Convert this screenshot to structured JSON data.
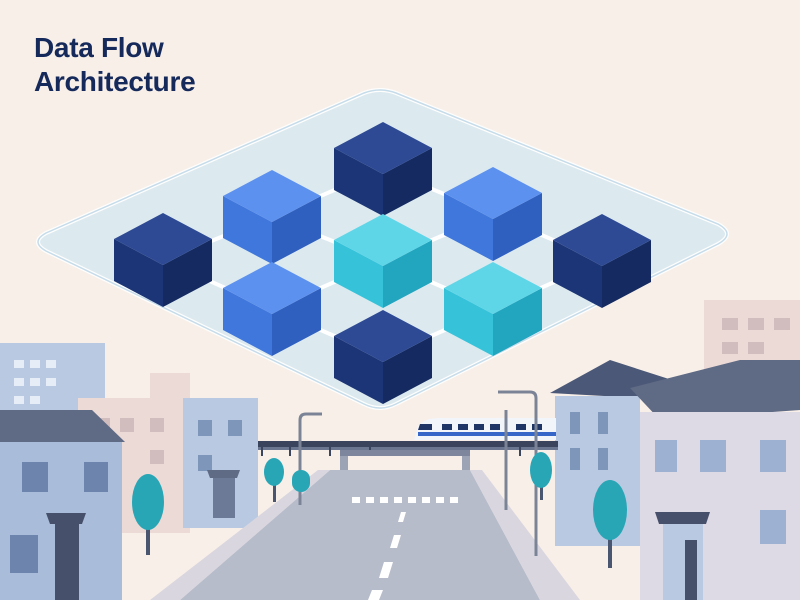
{
  "title": {
    "line1": "Data Flow",
    "line2": "Architecture"
  },
  "diagram": {
    "nodes": [
      {
        "id": "n-top",
        "tone": "dark-navy"
      },
      {
        "id": "n-upper-left",
        "tone": "blue"
      },
      {
        "id": "n-upper-right",
        "tone": "blue"
      },
      {
        "id": "n-left",
        "tone": "dark-navy"
      },
      {
        "id": "n-center",
        "tone": "cyan"
      },
      {
        "id": "n-right",
        "tone": "dark-navy"
      },
      {
        "id": "n-lower-left",
        "tone": "blue"
      },
      {
        "id": "n-lower-right",
        "tone": "cyan"
      },
      {
        "id": "n-bottom",
        "tone": "dark-navy"
      }
    ],
    "links": [
      [
        "n-top",
        "n-upper-left"
      ],
      [
        "n-top",
        "n-upper-right"
      ],
      [
        "n-upper-left",
        "n-left"
      ],
      [
        "n-upper-left",
        "n-center"
      ],
      [
        "n-upper-right",
        "n-center"
      ],
      [
        "n-upper-right",
        "n-right"
      ],
      [
        "n-left",
        "n-lower-left"
      ],
      [
        "n-center",
        "n-lower-left"
      ],
      [
        "n-center",
        "n-lower-right"
      ],
      [
        "n-right",
        "n-lower-right"
      ],
      [
        "n-lower-left",
        "n-bottom"
      ],
      [
        "n-lower-right",
        "n-bottom"
      ]
    ]
  },
  "colors": {
    "background": "#f8efe8",
    "title": "#15295a",
    "platform": "#d9eaf1",
    "dark_navy": "#1c3577",
    "blue": "#3f77dc",
    "cyan": "#36c3da",
    "road": "#b7bccb",
    "building_blue": "#b8c9e1",
    "building_peach": "#ecdad7",
    "roof": "#5f6a85",
    "tree": "#28a6b6"
  }
}
